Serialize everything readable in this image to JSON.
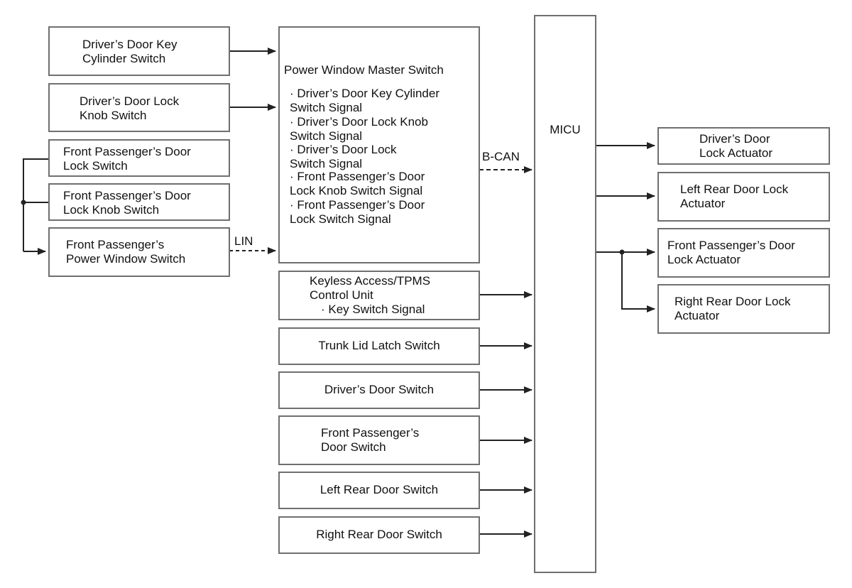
{
  "diagram": {
    "inputs_left": {
      "key_cylinder": [
        "Driver’s Door Key",
        "Cylinder Switch"
      ],
      "lock_knob": [
        "Driver’s Door Lock",
        "Knob Switch"
      ],
      "fp_lock": [
        "Front Passenger’s Door",
        "Lock Switch"
      ],
      "fp_knob": [
        "Front Passenger’s Door",
        "Lock Knob Switch"
      ],
      "fp_pws": [
        "Front Passenger’s",
        "Power Window Switch"
      ]
    },
    "master_switch": {
      "title": "Power Window Master Switch",
      "signals": [
        "· Driver’s Door Key Cylinder",
        "Switch Signal",
        "· Driver’s Door Lock Knob",
        "Switch Signal",
        "· Driver’s Door Lock",
        "Switch Signal",
        "· Front Passenger’s Door",
        "Lock Knob Switch Signal",
        "· Front Passenger’s Door",
        "Lock Switch Signal"
      ]
    },
    "middle_inputs": {
      "keyless": [
        "Keyless Access/TPMS",
        "Control Unit",
        "· Key Switch Signal"
      ],
      "trunk": "Trunk Lid Latch Switch",
      "drv_door": "Driver’s Door Switch",
      "fp_door": [
        "Front Passenger’s",
        "Door Switch"
      ],
      "lr_door": "Left Rear Door Switch",
      "rr_door": "Right Rear Door Switch"
    },
    "bus_labels": {
      "lin": "LIN",
      "bcan": "B-CAN"
    },
    "micu": "MICU",
    "outputs": {
      "drv_act": [
        "Driver’s Door",
        "Lock Actuator"
      ],
      "lr_act": [
        "Left Rear Door Lock",
        "Actuator"
      ],
      "fp_act": [
        "Front Passenger’s Door",
        "Lock Actuator"
      ],
      "rr_act": [
        "Right Rear Door Lock",
        "Actuator"
      ]
    }
  }
}
